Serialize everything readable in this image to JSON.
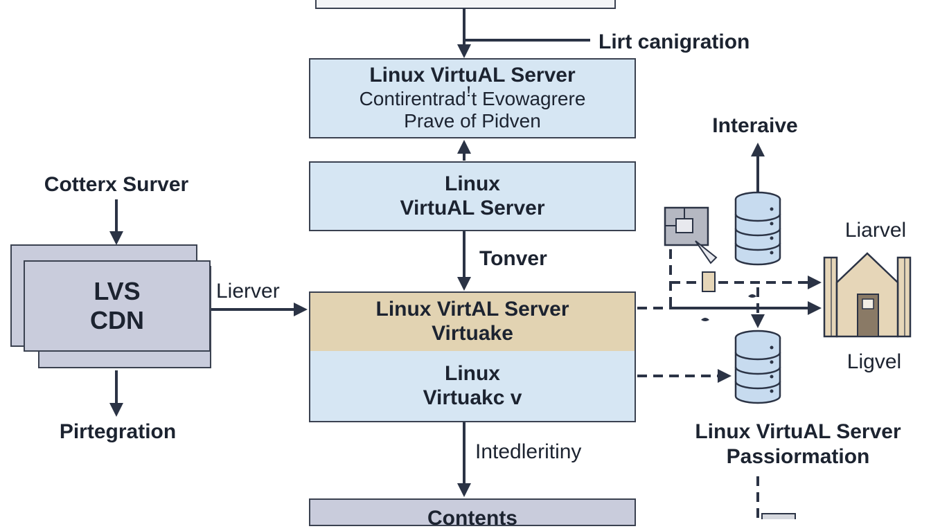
{
  "top_label": "Lirt canigration",
  "box1": {
    "title": "Linux VirtuAL Server",
    "line2": "Contirentradꜝt Evowagrere",
    "line3": "Prave of Pidven"
  },
  "box2": {
    "line1": "Linux",
    "line2": "VirtuAL Server"
  },
  "mid_label": "Tonver",
  "box3": {
    "line1": "Linux VirtAL Server",
    "line2": "Virtuake"
  },
  "box4": {
    "line1": "Linux",
    "line2": "Virtuakc ᴠ"
  },
  "bottom_label": "Intedleritiny",
  "box5": {
    "title": "Contents"
  },
  "left_top_label": "Cotterx Surver",
  "lvs": {
    "line1": "LVS",
    "line2": "CDN"
  },
  "left_bottom_label": "Pirtegration",
  "arrow_label_lierver": "Lierver",
  "right_top_label": "Interaive",
  "house_top_label": "Liarvel",
  "house_bottom_label": "Ligvel",
  "right_bottom": {
    "line1": "Linux VirtuAL Server",
    "line2": "Passiormation"
  },
  "colors": {
    "stroke": "#2b3345",
    "blue_box": "#d6e6f3",
    "tan_box": "#e2d3b2",
    "lavender_box": "#c9ccdc",
    "db_fill": "#c7dbef",
    "house_fill": "#e6d6b8"
  },
  "icons": [
    "database-icon",
    "network-module-icon",
    "house-icon",
    "file-icon"
  ]
}
